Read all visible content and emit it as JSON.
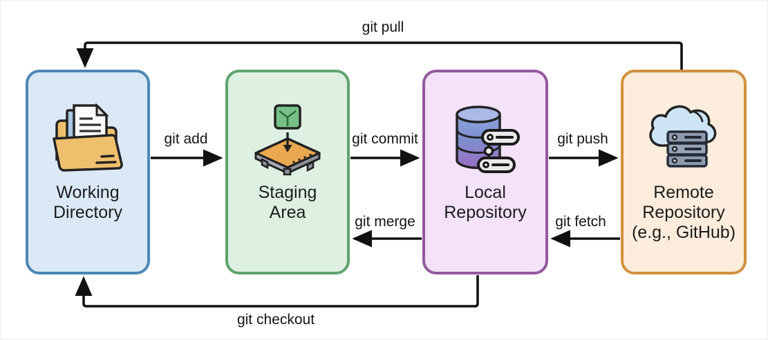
{
  "diagram": {
    "type": "flow",
    "subject": "git-workflow",
    "background": "#ffffff",
    "arrow_color": "#111111"
  },
  "nodes": [
    {
      "name": "working-directory",
      "line1": "Working",
      "line2": "Directory",
      "fill": "#dbe9f6",
      "border": "#4d86b4",
      "icon": "folder-documents-icon"
    },
    {
      "name": "staging-area",
      "line1": "Staging",
      "line2": "Area",
      "fill": "#def0e2",
      "border": "#5fa36d",
      "icon": "pallet-box-icon"
    },
    {
      "name": "local-repository",
      "line1": "Local",
      "line2": "Repository",
      "fill": "#f3e2f8",
      "border": "#94589e",
      "icon": "database-commits-icon"
    },
    {
      "name": "remote-repository",
      "line1": "Remote",
      "line2": "Repository",
      "line3": "(e.g., GitHub)",
      "fill": "#fbecdb",
      "border": "#d1913e",
      "icon": "cloud-server-icon"
    }
  ],
  "edges": [
    {
      "name": "git-pull",
      "label": "git pull",
      "from": "remote-repository",
      "to": "working-directory"
    },
    {
      "name": "git-add",
      "label": "git add",
      "from": "working-directory",
      "to": "staging-area"
    },
    {
      "name": "git-commit",
      "label": "git commit",
      "from": "staging-area",
      "to": "local-repository"
    },
    {
      "name": "git-push",
      "label": "git push",
      "from": "local-repository",
      "to": "remote-repository"
    },
    {
      "name": "git-fetch",
      "label": "git fetch",
      "from": "remote-repository",
      "to": "local-repository"
    },
    {
      "name": "git-merge",
      "label": "git merge",
      "from": "local-repository",
      "to": "staging-area"
    },
    {
      "name": "git-checkout",
      "label": "git checkout",
      "from": "local-repository",
      "to": "working-directory"
    }
  ]
}
